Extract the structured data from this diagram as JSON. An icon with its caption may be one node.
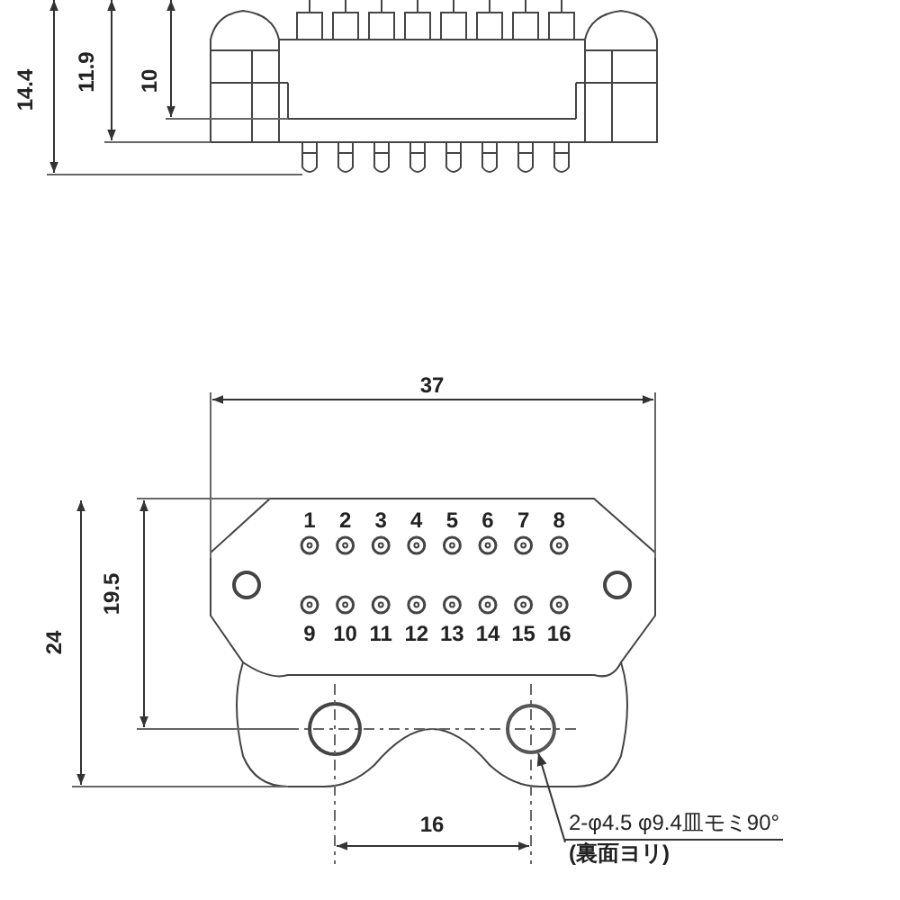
{
  "diagram": {
    "nodes": [
      {
        "text": [
          "2-φ4.5 φ9.4皿モミ90°",
          "(裏面ヨリ)"
        ]
      },
      {
        "text": [],
        "shape": "circle"
      }
    ],
    "edges": [
      {
        "from": 0,
        "to": 1,
        "arrow": "to"
      }
    ],
    "labels": [
      "14.4",
      "11.9",
      "10",
      "37",
      "1",
      "2",
      "3",
      "4",
      "5",
      "6",
      "7",
      "8",
      "19.5",
      "24",
      "9",
      "10",
      "11",
      "12",
      "13",
      "14",
      "15",
      "16",
      "16"
    ]
  }
}
